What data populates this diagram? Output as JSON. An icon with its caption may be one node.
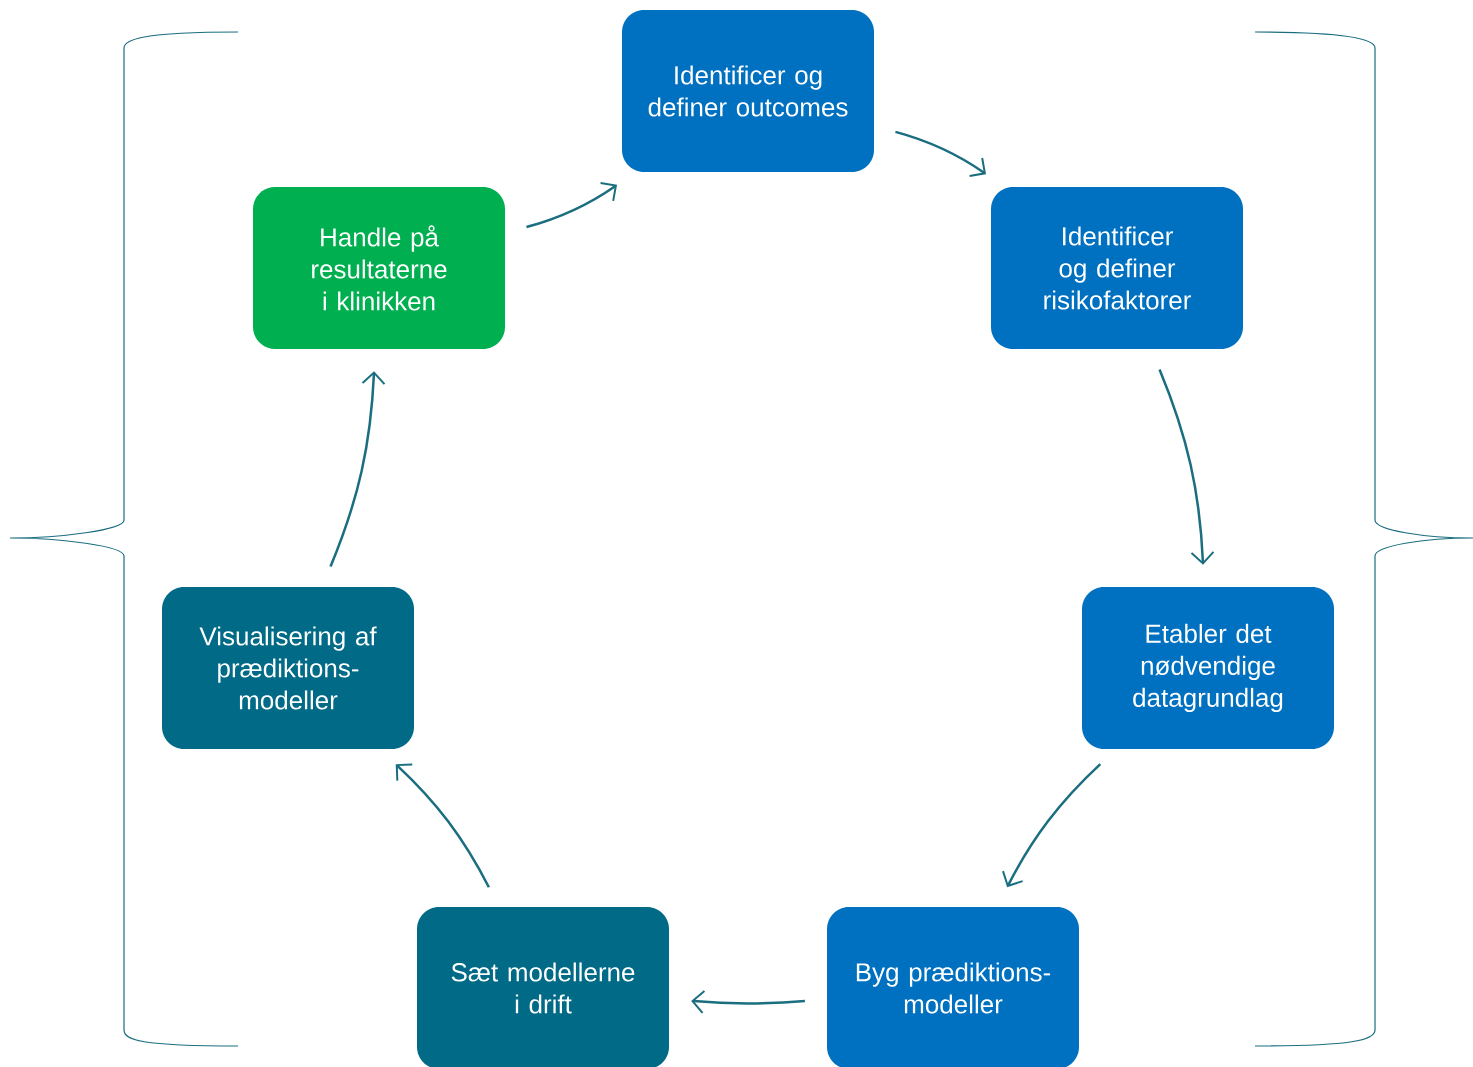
{
  "diagram": {
    "nodes": [
      {
        "text": [
          "Identificer og definer outcomes"
        ]
      },
      {
        "text": [
          "Identificer og definer risikofaktorer"
        ]
      },
      {
        "text": [
          "Etabler det nødvendige datagrundlag"
        ]
      },
      {
        "text": [
          "Byg prædiktions- modeller"
        ]
      },
      {
        "text": [
          "Sæt modellerne i drift"
        ]
      },
      {
        "text": [
          "Visualisering af prædiktions- modeller"
        ]
      },
      {
        "text": [
          "Handle på resultaterne i klinikken"
        ]
      }
    ],
    "edges": [
      {
        "from": 0,
        "to": 1,
        "arrow": "to"
      },
      {
        "from": 1,
        "to": 2,
        "arrow": "to"
      },
      {
        "from": 2,
        "to": 3,
        "arrow": "to"
      },
      {
        "from": 3,
        "to": 4,
        "arrow": "to"
      },
      {
        "from": 4,
        "to": 5,
        "arrow": "to"
      },
      {
        "from": 5,
        "to": 6,
        "arrow": "to"
      },
      {
        "from": 6,
        "to": 0,
        "arrow": "to"
      }
    ]
  }
}
